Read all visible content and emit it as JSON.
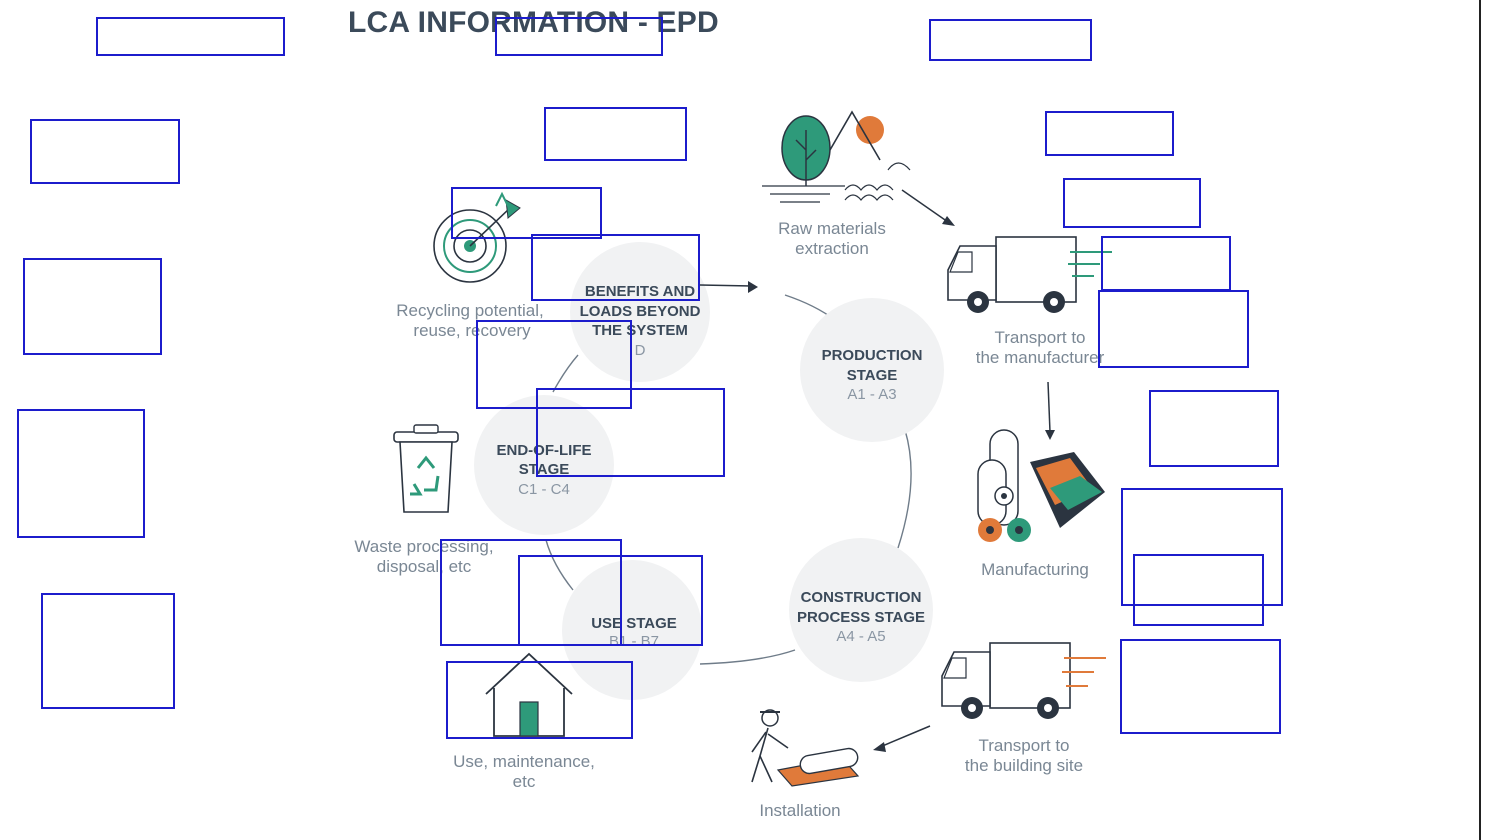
{
  "title": "LCA INFORMATION - EPD",
  "colors": {
    "title": "#3b4a5a",
    "box_outline": "#1c1ccc",
    "accent_green": "#2e9a7a",
    "accent_orange": "#e07a3a",
    "dark_navy": "#2b3440",
    "circle_fill": "#f1f2f3"
  },
  "stages": {
    "production": {
      "line1": "PRODUCTION",
      "line2": "STAGE",
      "code": "A1 - A3"
    },
    "construction": {
      "line1": "CONSTRUCTION",
      "line2": "PROCESS STAGE",
      "code": "A4 -  A5"
    },
    "use": {
      "line1": "USE STAGE",
      "code": "B1 - B7"
    },
    "end_of_life": {
      "line1": "END-OF-LIFE",
      "line2": "STAGE",
      "code": "C1 - C4"
    },
    "benefits": {
      "line1": "BENEFITS AND",
      "line2": "LOADS BEYOND",
      "line3": "THE SYSTEM",
      "code": "D"
    }
  },
  "steps": {
    "raw_materials": {
      "line1": "Raw materials",
      "line2": "extraction",
      "icon": "tree-mountain-icon"
    },
    "transport_manufacturer": {
      "line1": "Transport to",
      "line2": "the manufacturer",
      "icon": "truck-icon"
    },
    "manufacturing": {
      "line1": "Manufacturing",
      "icon": "rolls-icon"
    },
    "transport_site": {
      "line1": "Transport to",
      "line2": "the building site",
      "icon": "truck-icon"
    },
    "installation": {
      "line1": "Installation",
      "icon": "worker-icon"
    },
    "use_maintenance": {
      "line1": "Use, maintenance,",
      "line2": "etc",
      "icon": "house-icon"
    },
    "waste": {
      "line1": "Waste processing,",
      "line2": "disposal, etc",
      "icon": "recycle-bin-icon"
    },
    "recycling": {
      "line1": "Recycling potential,",
      "line2": "reuse, recovery",
      "icon": "target-icon"
    }
  }
}
